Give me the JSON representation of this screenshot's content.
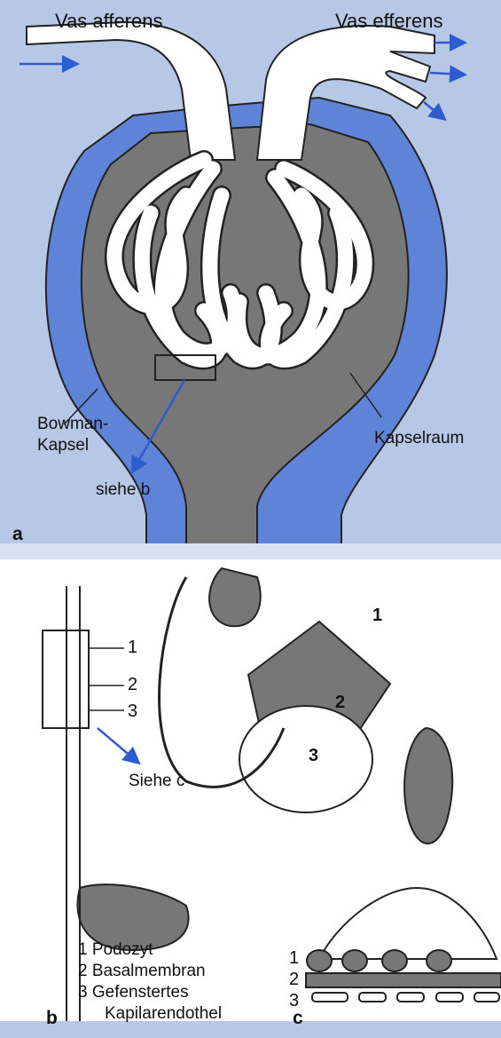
{
  "panel_a": {
    "vas_afferens": "Vas afferens",
    "vas_efferens": "Vas efferens",
    "bowman_line1": "Bowman-",
    "bowman_line2": "Kapsel",
    "kapselraum": "Kapselraum",
    "siehe_b": "siehe b",
    "letter": "a"
  },
  "panel_b": {
    "letter": "b",
    "callouts": [
      "1",
      "2",
      "3"
    ],
    "siehe_c": "Siehe c",
    "inset_numbers": [
      "1",
      "2",
      "3"
    ],
    "legend": [
      "1 Podozyt",
      "2 Basalmembran",
      "3 Gefenstertes",
      "Kapilarendothel"
    ]
  },
  "panel_c": {
    "letter": "c",
    "callouts": [
      "1",
      "2",
      "3"
    ]
  },
  "colors": {
    "background": "#b7c7e6",
    "capsule_blue": "#5f83d6",
    "capsule_space": "#7a7a7a",
    "capillary": "#ffffff",
    "arrow": "#2d5bd0"
  }
}
